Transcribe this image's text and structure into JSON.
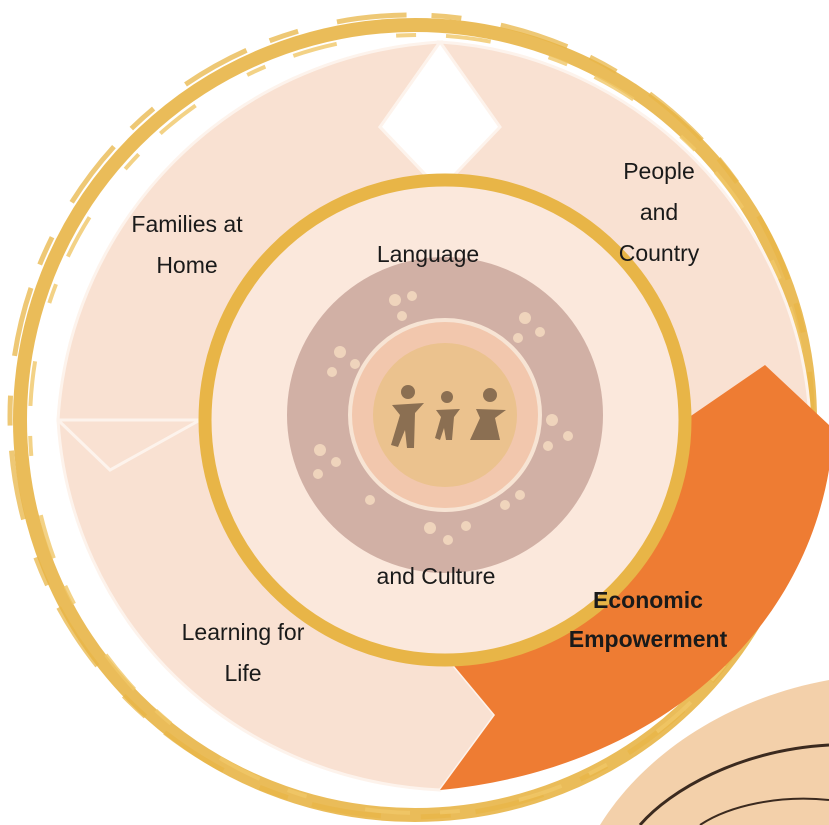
{
  "diagram": {
    "center": {
      "label_top": "Language",
      "label_bottom": "and Culture"
    },
    "segments": [
      {
        "id": "families",
        "lines": [
          "Families at",
          "Home"
        ],
        "highlighted": false
      },
      {
        "id": "people",
        "lines": [
          "People",
          "and",
          "Country"
        ],
        "highlighted": false
      },
      {
        "id": "economic",
        "lines": [
          "Economic",
          "Empowerment"
        ],
        "highlighted": true
      },
      {
        "id": "learning",
        "lines": [
          "Learning for",
          "Life"
        ],
        "highlighted": false
      }
    ]
  },
  "colors": {
    "segment_fill": "#f9e1d2",
    "highlight_fill": "#ee7c33",
    "gold_ring": "#e8b547",
    "inner_fill": "#fbe8dc",
    "emblem_outer": "#c9a69b",
    "emblem_inner": "#ebc28e",
    "figure": "#8b6f52"
  }
}
